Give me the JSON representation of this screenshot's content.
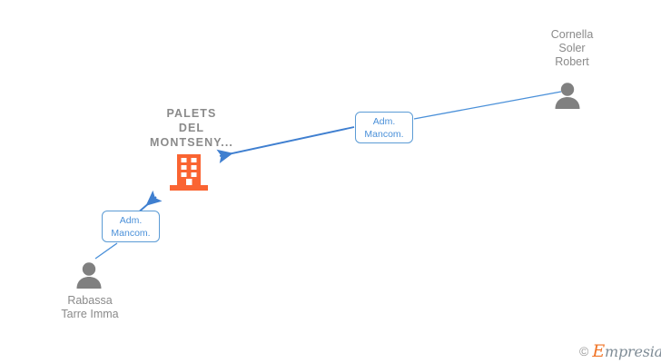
{
  "graph": {
    "company": {
      "name": "PALETS\nDEL\nMONTSENY...",
      "icon": "building-icon",
      "color": "#fa6432"
    },
    "persons": [
      {
        "id": "cornella",
        "name": "Cornella\nSoler\nRobert",
        "icon": "person-icon",
        "color": "#808080"
      },
      {
        "id": "rabassa",
        "name": "Rabassa\nTarre Imma",
        "icon": "person-icon",
        "color": "#808080"
      }
    ],
    "edges": [
      {
        "id": "edge-cornella",
        "label": "Adm.\nMancom.",
        "from": "cornella",
        "to": "company",
        "color": "#4a90d9"
      },
      {
        "id": "edge-rabassa",
        "label": "Adm.\nMancom.",
        "from": "rabassa",
        "to": "company",
        "color": "#4a90d9"
      }
    ]
  },
  "watermark": {
    "copyright": "©",
    "brand_initial": "E",
    "brand_rest": "mpresia",
    "brand_color": "#f07427"
  }
}
